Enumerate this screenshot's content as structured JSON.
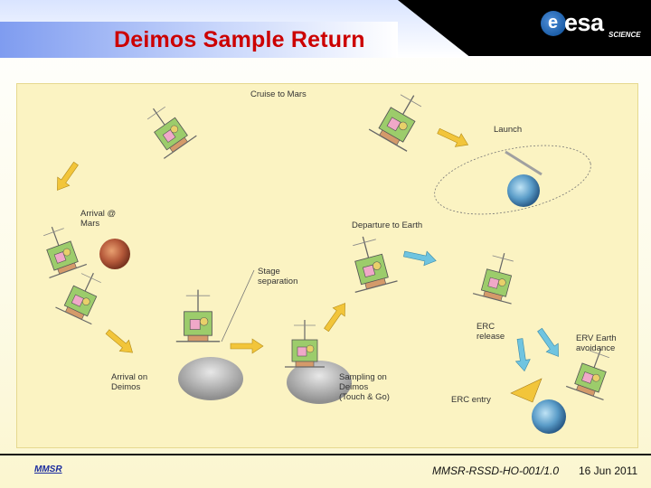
{
  "header": {
    "title": "Deimos Sample Return",
    "logo_word": "esa",
    "logo_sub": "SCIENCE"
  },
  "diagram": {
    "labels": {
      "cruise": "Cruise to Mars",
      "launch": "Launch",
      "arrival_mars": "Arrival @\n   Mars",
      "departure": "Departure to Earth",
      "stage": "Stage\nseparation",
      "erc_release": "  ERC\nrelease",
      "erv_avoid": "ERV Earth\navoidance",
      "arrival_deimos": "Arrival on\n  Deimos",
      "sampling": "Sampling on\nDeimos\n(Touch & Go)",
      "erc_entry": "ERC  entry"
    }
  },
  "footer": {
    "left": "MMSR",
    "doc_id": "MMSR-RSSD-HO-001/1.0",
    "date": "16 Jun 2011"
  },
  "colors": {
    "title": "#cc0000",
    "arrow_yellow": "#f2c53a",
    "arrow_blue": "#6fc4e0",
    "bg": "#fbf3c2"
  }
}
